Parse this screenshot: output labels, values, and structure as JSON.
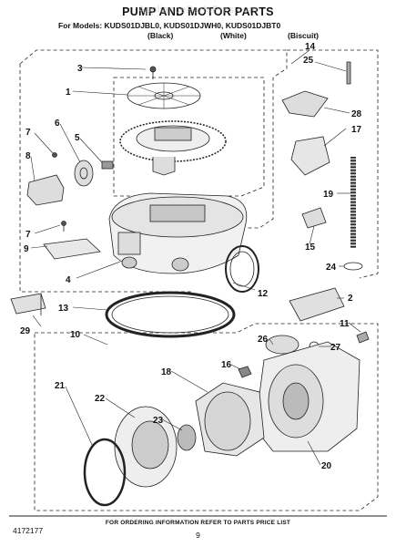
{
  "title": "PUMP AND MOTOR PARTS",
  "watermark": "AppliancePartsPros.com",
  "models_line": "For Models: KUDS01DJBL0, KUDS01DJWH0, KUDS01DJBT0",
  "finishes": [
    "(Black)",
    "(White)",
    "(Biscuit)"
  ],
  "footer_left": "4172177",
  "footer_center": "FOR ORDERING INFORMATION REFER TO PARTS PRICE LIST",
  "page_number": "9",
  "callouts": [
    "3",
    "1",
    "7",
    "6",
    "5",
    "8",
    "7",
    "9",
    "4",
    "13",
    "12",
    "10",
    "2",
    "11",
    "29",
    "14",
    "25",
    "28",
    "17",
    "19",
    "15",
    "24",
    "26",
    "27",
    "16",
    "18",
    "22",
    "23",
    "21",
    "20"
  ]
}
